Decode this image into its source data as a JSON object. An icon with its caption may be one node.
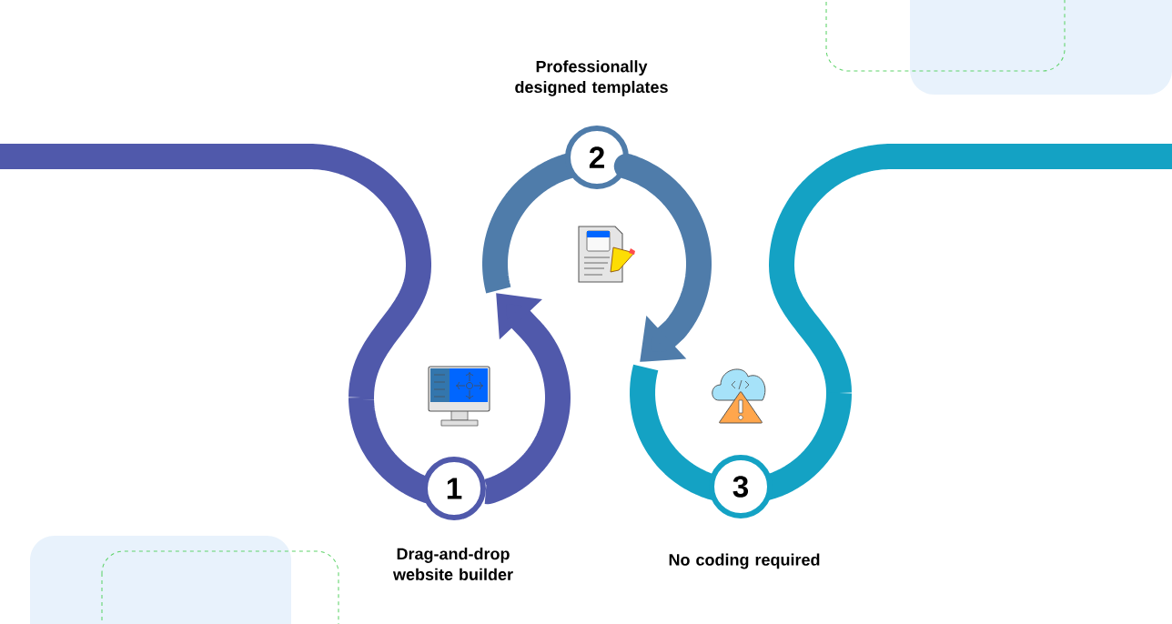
{
  "diagram": {
    "nodes": [
      {
        "text": [
          "1"
        ],
        "beside": [
          "Drag-and-drop website builder"
        ]
      },
      {
        "text": [
          "2"
        ],
        "beside": [
          "Professionally designed templates"
        ]
      },
      {
        "text": [
          "3"
        ],
        "beside": [
          "No coding required"
        ]
      }
    ],
    "edges": [
      {
        "from": 0,
        "to": 1,
        "arrow": "to",
        "color": "#5059ab"
      },
      {
        "from": 1,
        "to": 2,
        "arrow": "to",
        "color": "#4f7caa"
      }
    ]
  }
}
